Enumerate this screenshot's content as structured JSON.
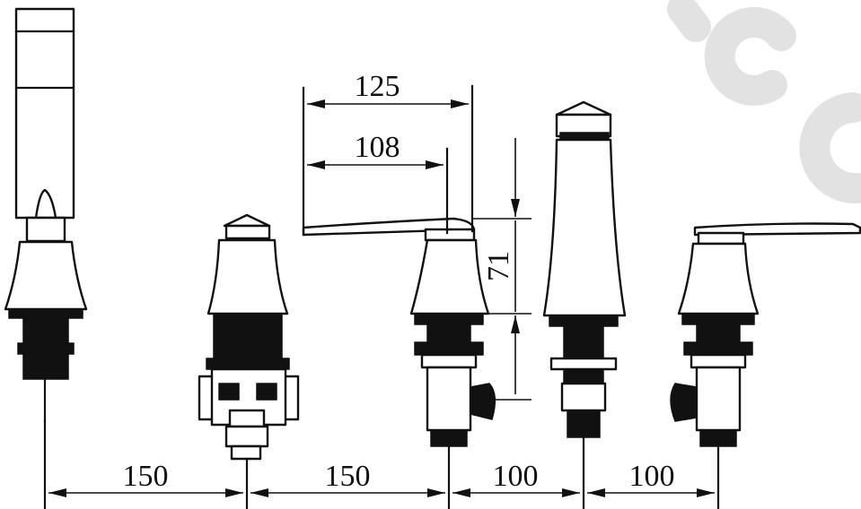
{
  "dimensions": {
    "spacing_1": "150",
    "spacing_2": "150",
    "spacing_3": "100",
    "spacing_4": "100",
    "handle_length_outer": "125",
    "handle_length_inner": "108",
    "handle_height": "71"
  },
  "colors": {
    "line": "#111111",
    "background": "#ffffff",
    "watermark": "#e2e2e2"
  }
}
